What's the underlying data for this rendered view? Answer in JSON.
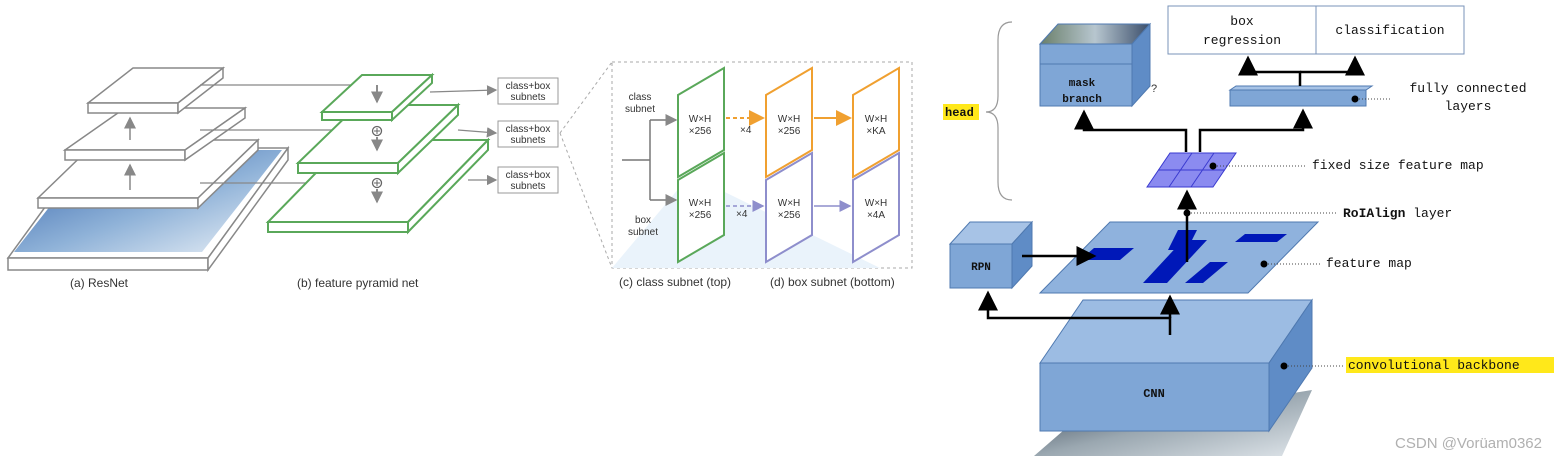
{
  "left": {
    "caption_resnet": "(a) ResNet",
    "caption_fpn": "(b) feature pyramid net",
    "subnet_box_label": "class+box subnets",
    "subnet_box_line1": "class+box",
    "subnet_box_line2": "subnets",
    "caption_class_subnet": "(c) class subnet (top)",
    "caption_box_subnet": "(d) box subnet (bottom)",
    "class_subnet_line1": "class",
    "class_subnet_line2": "subnet",
    "box_subnet_line1": "box",
    "box_subnet_line2": "subnet",
    "tile_wh": "W×H",
    "tile_256": "×256",
    "tile_ka": "×KA",
    "tile_4a": "×4A",
    "times4": "×4"
  },
  "right": {
    "head_label": "head",
    "mask_line1": "mask",
    "mask_line2": "branch",
    "box_reg_line1": "box",
    "box_reg_line2": "regression",
    "classification": "classification",
    "fc_line1": "fully connected",
    "fc_line2": "layers",
    "fixed_size": "fixed size feature map",
    "roialign_bold": "RoIAlign",
    "roialign_rest": " layer",
    "rpn": "RPN",
    "feature_map": "feature map",
    "backbone": "convolutional backbone",
    "cnn": "CNN",
    "question_mark": "?"
  },
  "colors": {
    "fpn_green": "#5aa85a",
    "subnet_orange": "#f0a030",
    "subnet_purple": "#8e8ecc",
    "block_blue": "#7fa6d6",
    "dark_blue": "#0018b8",
    "highlight_yellow": "#ffe81a",
    "gray": "#888888"
  },
  "watermark": "CSDN @Vorüam0362"
}
